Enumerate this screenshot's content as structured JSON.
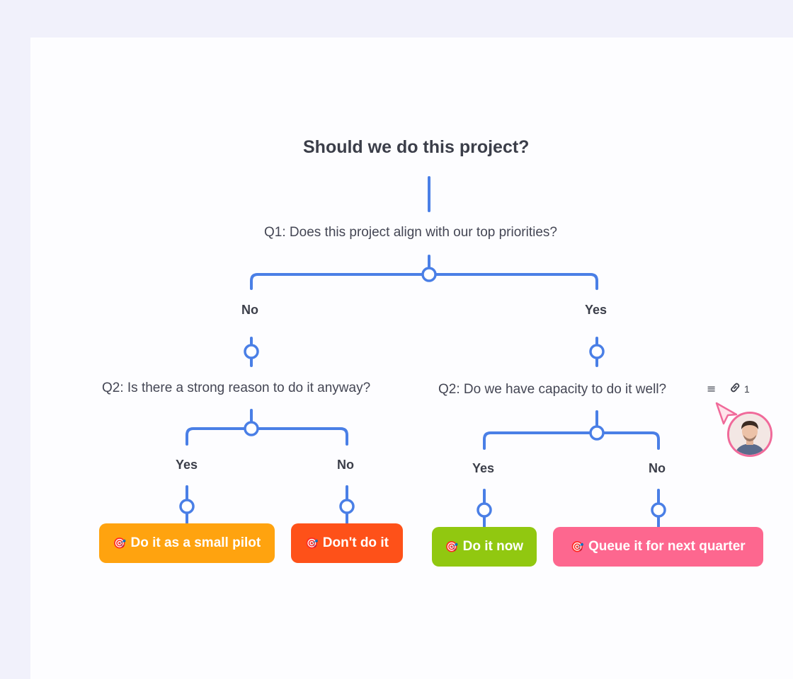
{
  "diagram": {
    "title": "Should we do this project?",
    "q1": "Q1: Does this project align with our top priorities?",
    "q1_no": "No",
    "q1_yes": "Yes",
    "q2_left": "Q2: Is there a strong reason to do it anyway?",
    "q2_right": "Q2: Do we have capacity to do it well?",
    "q2_left_yes": "Yes",
    "q2_left_no": "No",
    "q2_right_yes": "Yes",
    "q2_right_no": "No",
    "outcomes": {
      "pilot": "Do it as a small pilot",
      "dont": "Don't do it",
      "now": "Do it now",
      "queue": "Queue it for next quarter"
    },
    "outcome_emoji": "🎯",
    "link_count": "1"
  },
  "colors": {
    "connector": "#4a7fe6",
    "pilot": "#ffa30f",
    "dont": "#fe5119",
    "now": "#91c810",
    "queue": "#fd678f"
  },
  "icons": [
    "notes-icon",
    "link-icon",
    "cursor-icon",
    "avatar"
  ]
}
